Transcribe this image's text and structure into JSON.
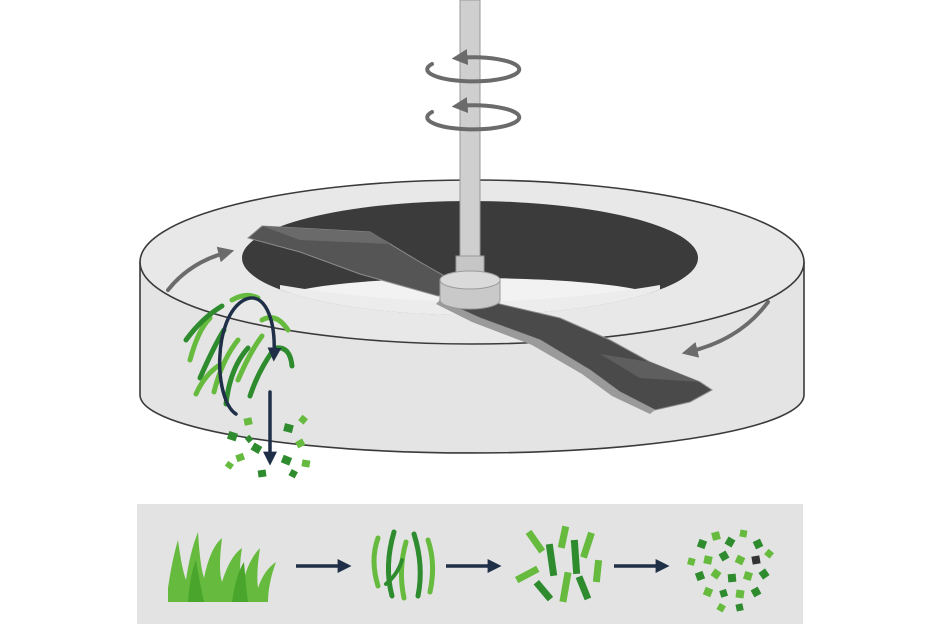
{
  "diagram": {
    "type": "mulching-mower-blade-illustration",
    "colors": {
      "background": "#ffffff",
      "deck_face": "#e6e6e6",
      "deck_stroke": "#3a3a3a",
      "deck_interior": "#3b3b3b",
      "spindle": "#cfcfcf",
      "blade_top": "#4a4a4a",
      "blade_edge": "#8c8c8c",
      "rotation_arrow": "#6b6b6b",
      "airflow_arrow": "#1f2f48",
      "grass_light": "#66bb3e",
      "grass_dark": "#2e8b2e",
      "panel": "#e3e3e3",
      "process_arrow": "#1f2f48"
    },
    "icons": [
      "spindle-rotation-arrows",
      "deck-rotation-arrow-left",
      "deck-rotation-arrow-right",
      "airflow-loop-arrow",
      "clippings-down-arrow"
    ],
    "process": {
      "steps": [
        "whole-grass-icon",
        "cut-blades-icon",
        "chopped-pieces-icon",
        "fine-clippings-icon"
      ],
      "connector": "right-arrow-icon"
    }
  }
}
